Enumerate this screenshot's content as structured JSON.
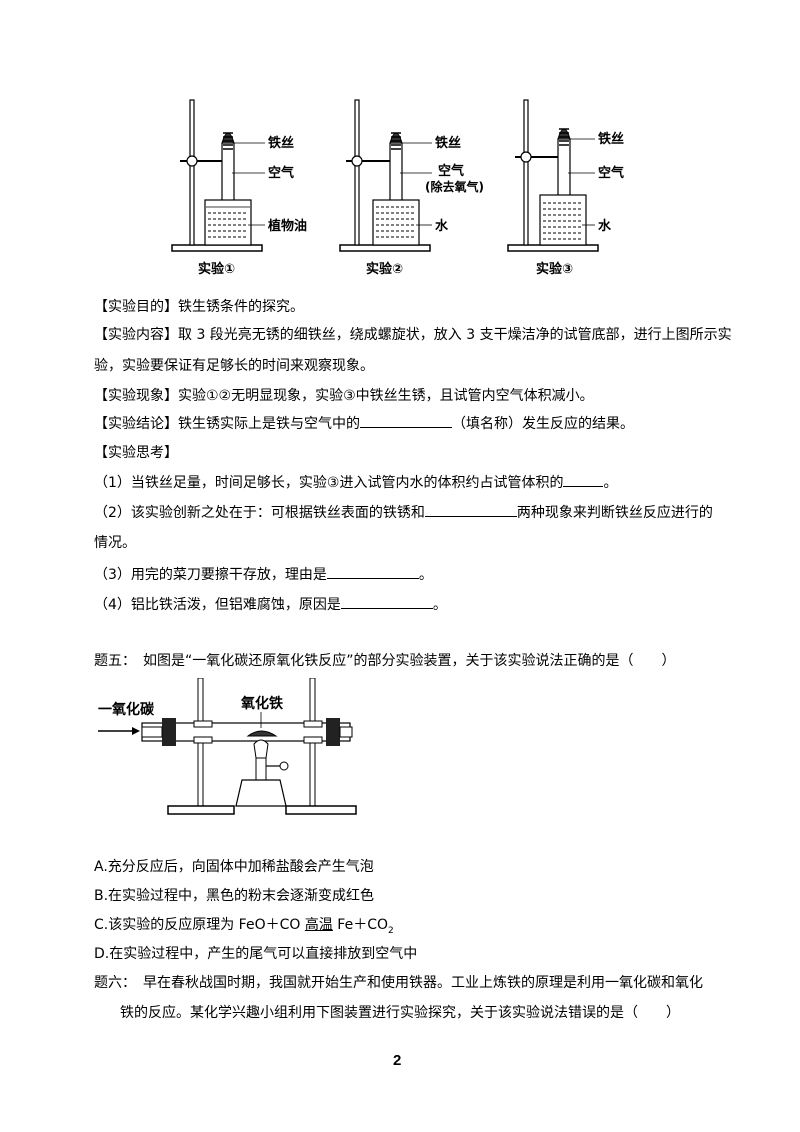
{
  "figure1": {
    "labels": {
      "wire": "铁丝",
      "air": "空气",
      "air_no_o2_1": "空气",
      "air_no_o2_2": "(除去氧气)",
      "oil": "植物油",
      "water": "水"
    },
    "captions": [
      "实验①",
      "实验②",
      "实验③"
    ]
  },
  "lines": {
    "purpose": "【实验目的】铁生锈条件的探究。",
    "content_1": "【实验内容】取 3 段光亮无锈的细铁丝，绕成螺旋状，放入 3 支干燥洁净的试管底部，进行上图所示实",
    "content_2": "验，实验要保证有足够长的时间来观察现象。",
    "phenomenon": "【实验现象】实验①②无明显现象，实验③中铁丝生锈，且试管内空气体积减小。",
    "conclusion_a": "【实验结论】铁生锈实际上是铁与空气中的",
    "conclusion_b": "（填名称）发生反应的结果。",
    "thinking": "【实验思考】",
    "q1_a": "（1）当铁丝足量，时间足够长，实验③进入试管内水的体积约占试管体积的",
    "q1_b": "。",
    "q2_a": "（2）该实验创新之处在于：可根据铁丝表面的铁锈和",
    "q2_b": "两种现象来判断铁丝反应进行的",
    "q2_c": "情况。",
    "q3_a": "（3）用完的菜刀要擦干存放，理由是",
    "q3_b": "。",
    "q4_a": "（4）铝比铁活泼，但铝难腐蚀，原因是",
    "q4_b": "。"
  },
  "question5": {
    "stem": "题五：　如图是“一氧化碳还原氧化铁反应”的部分实验装置，关于该实验说法正确的是（　　）",
    "figure": {
      "co_label": "一氧化碳",
      "fe2o3_label": "氧化铁"
    },
    "options": {
      "A": "A.充分反应后，向固体中加稀盐酸会产生气泡",
      "B": "B.在实验过程中，黑色的粉末会逐渐变成红色",
      "C_pre": "C.该实验的反应原理为 FeO＋CO ",
      "C_cond": "高温",
      "C_post": " Fe＋CO",
      "C_sub": "2",
      "D": "D.在实验过程中，产生的尾气可以直接排放到空气中"
    }
  },
  "question6": {
    "line1": "题六：　早在春秋战国时期，我国就开始生产和使用铁器。工业上炼铁的原理是利用一氧化碳和氧化",
    "line2": "铁的反应。某化学兴趣小组利用下图装置进行实验探究，关于该实验说法错误的是（　　）"
  },
  "page_number": "2"
}
